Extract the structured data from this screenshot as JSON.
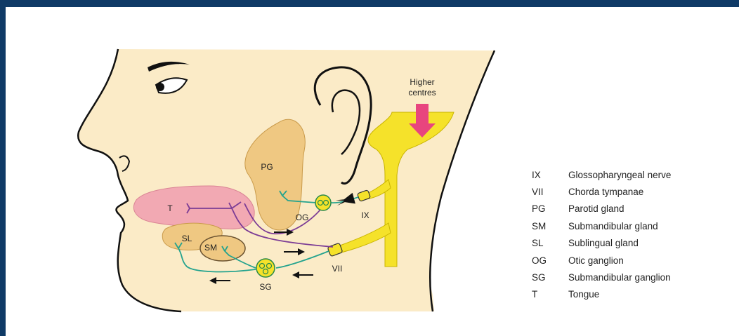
{
  "colors": {
    "background": "#0f3a66",
    "skin": "#fbebc7",
    "gland": "#efc882",
    "tongue": "#f2a9b3",
    "nerve_teal": "#24a38e",
    "nerve_purple": "#7c3c95",
    "brainstem": "#f5e22a",
    "higher_centres_arrow": "#e8457e"
  },
  "diagram": {
    "higher_centres": [
      "Higher",
      "centres"
    ],
    "labels": {
      "pg": "PG",
      "t": "T",
      "sl": "SL",
      "sm": "SM",
      "og": "OG",
      "sg": "SG",
      "ix": "IX",
      "vii": "VII"
    }
  },
  "legend": [
    {
      "abbr": "IX",
      "desc": "Glossopharyngeal nerve"
    },
    {
      "abbr": "VII",
      "desc": "Chorda tympanae"
    },
    {
      "abbr": "PG",
      "desc": "Parotid gland"
    },
    {
      "abbr": "SM",
      "desc": "Submandibular gland"
    },
    {
      "abbr": "SL",
      "desc": "Sublingual gland"
    },
    {
      "abbr": "OG",
      "desc": "Otic ganglion"
    },
    {
      "abbr": "SG",
      "desc": "Submandibular ganglion"
    },
    {
      "abbr": "T",
      "desc": "Tongue"
    }
  ]
}
